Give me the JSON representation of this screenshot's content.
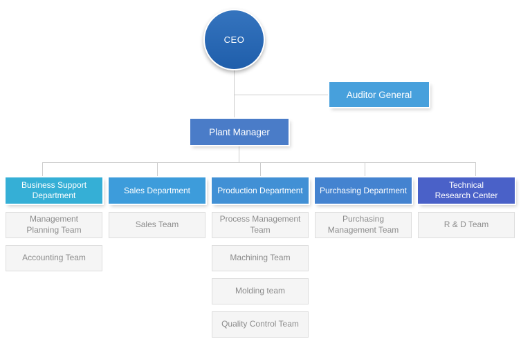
{
  "org_chart": {
    "ceo": "CEO",
    "auditor_general": "Auditor General",
    "plant_manager": "Plant Manager",
    "columns": [
      {
        "department": "Business Support\nDepartment",
        "teams": [
          "Management\nPlanning Team",
          "Accounting Team"
        ]
      },
      {
        "department": "Sales Department",
        "teams": [
          "Sales Team"
        ]
      },
      {
        "department": "Production Department",
        "teams": [
          "Process Management\nTeam",
          "Machining Team",
          "Molding team",
          "Quality Control Team"
        ]
      },
      {
        "department": "Purchasing Department",
        "teams": [
          "Purchasing\nManagement Team"
        ]
      },
      {
        "department": "Technical\nResearch Center",
        "teams": [
          "R & D Team"
        ]
      }
    ]
  },
  "colors": {
    "ceo_gradient_top": "#3574BE",
    "ceo_gradient_bottom": "#1F5EAB",
    "auditor_general": "#47A0DC",
    "plant_manager": "#4A7CC8",
    "dept_business_support": "#35AFD6",
    "dept_sales": "#3D9CDB",
    "dept_production": "#4190D5",
    "dept_purchasing": "#4483D0",
    "dept_technical": "#4A61C8",
    "team_background": "#F5F5F5",
    "team_border": "#DDDDDD",
    "team_text": "#8C8C8C",
    "connector": "#CCCCCC"
  }
}
